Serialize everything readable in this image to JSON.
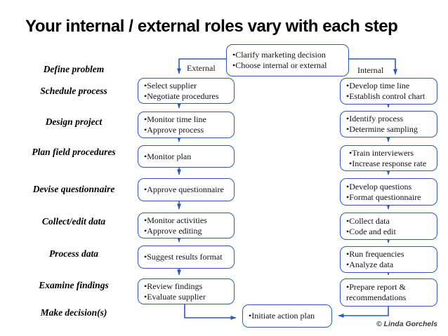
{
  "title": "Your internal / external roles vary with each step",
  "steps": [
    "Define problem",
    "Schedule process",
    "Design project",
    "Plan field procedures",
    "Devise questionnaire",
    "Collect/edit data",
    "Process data",
    "Examine findings",
    "Make decision(s)"
  ],
  "branch_labels": {
    "external": "External",
    "internal": "Internal"
  },
  "top_box": {
    "lines": [
      "•Clarify marketing decision",
      "•Choose internal or external"
    ]
  },
  "external_boxes": [
    {
      "lines": [
        "•Select supplier",
        "•Negotiate procedures"
      ]
    },
    {
      "lines": [
        "•Monitor time line",
        "•Approve process"
      ]
    },
    {
      "lines": [
        "•Monitor plan"
      ]
    },
    {
      "lines": [
        "•Approve questionnaire"
      ]
    },
    {
      "lines": [
        "•Monitor activities",
        "•Approve editing"
      ]
    },
    {
      "lines": [
        "•Suggest results format"
      ]
    },
    {
      "lines": [
        "•Review findings",
        "•Evaluate supplier"
      ]
    }
  ],
  "internal_boxes": [
    {
      "lines": [
        "•Develop time line",
        "•Establish control chart"
      ]
    },
    {
      "lines": [
        "•Identify process",
        "•Determine sampling"
      ]
    },
    {
      "lines": [
        "•Train interviewers",
        "•Increase response rate"
      ]
    },
    {
      "lines": [
        "•Develop questions",
        "•Format questionnaire"
      ]
    },
    {
      "lines": [
        "•Collect data",
        "•Code and edit"
      ]
    },
    {
      "lines": [
        "•Run frequencies",
        "•Analyze data"
      ]
    },
    {
      "lines": [
        "•Prepare report &",
        "recommendations"
      ]
    }
  ],
  "bottom_box": {
    "lines": [
      "•Initiate action plan"
    ]
  },
  "copyright": "© Linda Gorchels",
  "colors": {
    "accent_blue": "#2d58ba",
    "box_text": "#10101e",
    "title_text": "#000000",
    "copyright_text": "#3a3a3a"
  }
}
